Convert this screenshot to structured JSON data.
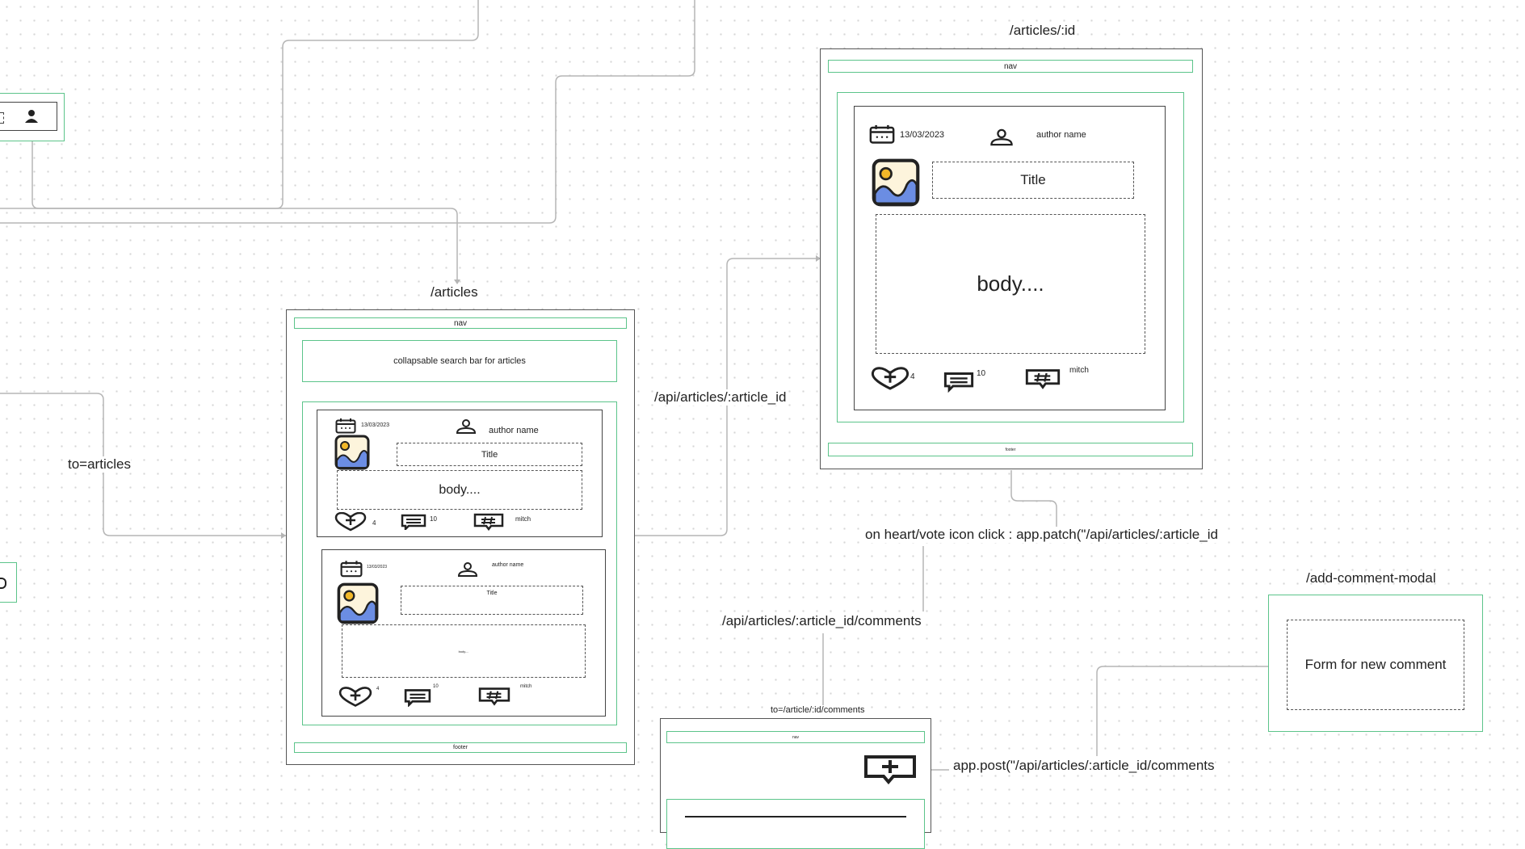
{
  "routes": {
    "articles": "/articles",
    "article_by_id": "/articles/:id",
    "add_comment_modal": "/add-comment-modal"
  },
  "edge_labels": {
    "to_articles": "to=articles",
    "api_article_by_id": "/api/articles/:article_id",
    "vote_patch": "on heart/vote icon click : app.patch(\"/api/articles/:article_id",
    "api_comments": "/api/articles/:article_id/comments",
    "to_comments": "to=/article/:id/comments",
    "post_comment": "app.post(\"/api/articles/:article_id/comments"
  },
  "articles_page": {
    "nav": "nav",
    "search": "collapsable search bar for articles",
    "footer": "footer",
    "cards": [
      {
        "date": "13/03/2023",
        "author": "author name",
        "title": "Title",
        "body": "body....",
        "votes": "4",
        "comments": "10",
        "topic": "mitch"
      },
      {
        "date": "13/03/2023",
        "author": "author name",
        "title": "Title",
        "body": "body....",
        "votes": "4",
        "comments": "10",
        "topic": "mitch"
      }
    ]
  },
  "article_page": {
    "nav": "nav",
    "footer": "footer",
    "card": {
      "date": "13/03/2023",
      "author": "author name",
      "title": "Title",
      "body": "body....",
      "votes": "4",
      "comments": "10",
      "topic": "mitch"
    }
  },
  "comments_page": {
    "nav": "nav"
  },
  "modal": {
    "form": "Form for new comment"
  },
  "colors": {
    "frame_border": "#555555",
    "section_border": "#5cc48a",
    "connector": "#b5b5b5",
    "image_sun": "#f2b829",
    "image_wave": "#6b8de3",
    "image_bg": "#fdf4dc"
  }
}
